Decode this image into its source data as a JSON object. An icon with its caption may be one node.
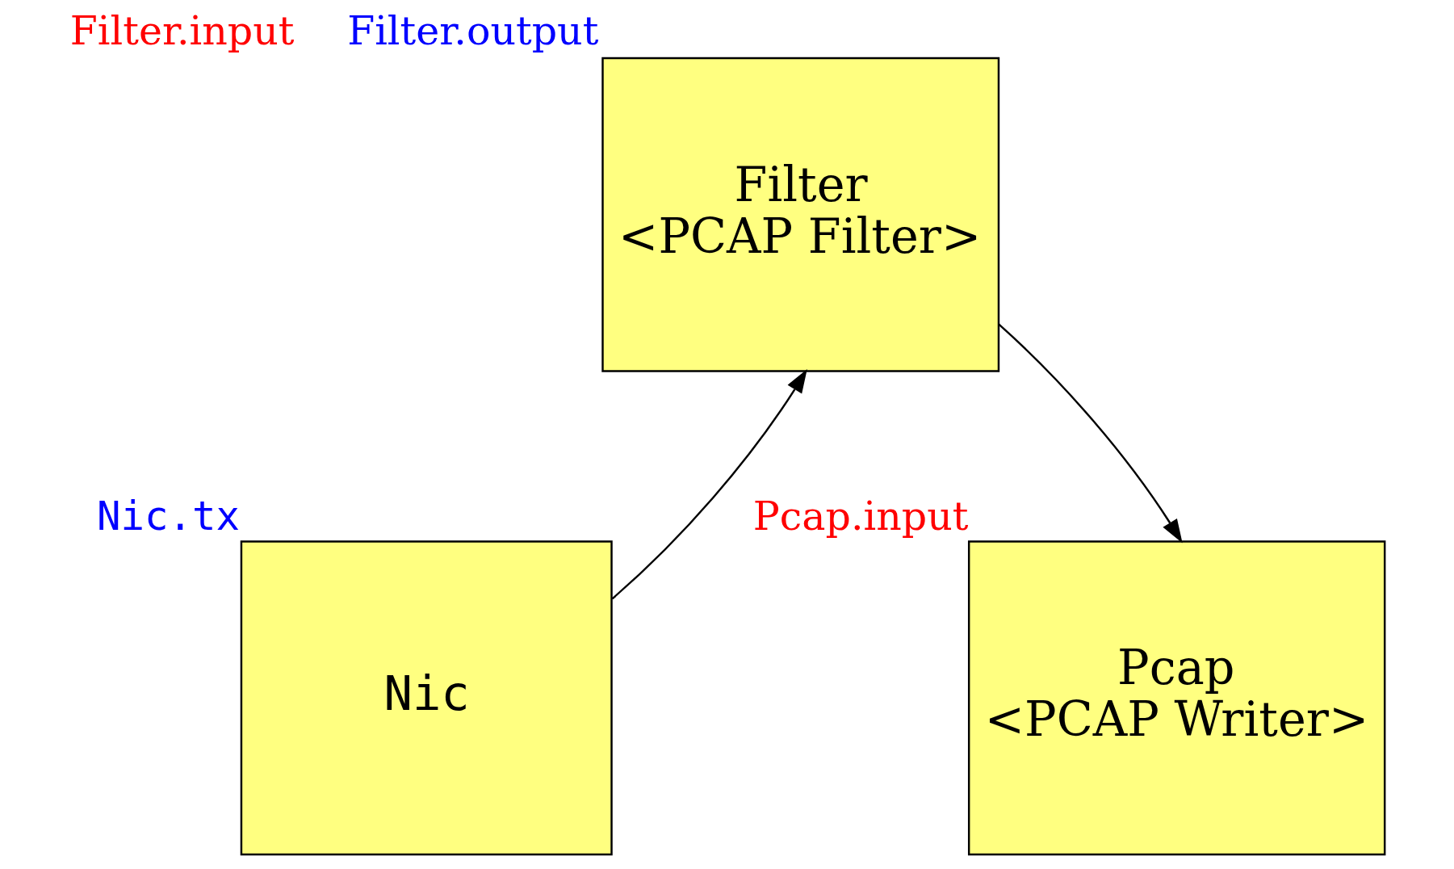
{
  "diagram": {
    "nodes": [
      {
        "text": [
          "Nic"
        ],
        "beside": [
          "Nic.tx"
        ]
      },
      {
        "text": [
          "Filter",
          "<PCAP Filter>"
        ],
        "beside": [
          "Filter.input",
          "Filter.output"
        ]
      },
      {
        "text": [
          "Pcap",
          "<PCAP Writer>"
        ],
        "beside": [
          "Pcap.input"
        ]
      }
    ],
    "edges": [
      {
        "from": 0,
        "to": 1,
        "arrow": "to"
      },
      {
        "from": 1,
        "to": 2,
        "arrow": "to"
      }
    ]
  }
}
